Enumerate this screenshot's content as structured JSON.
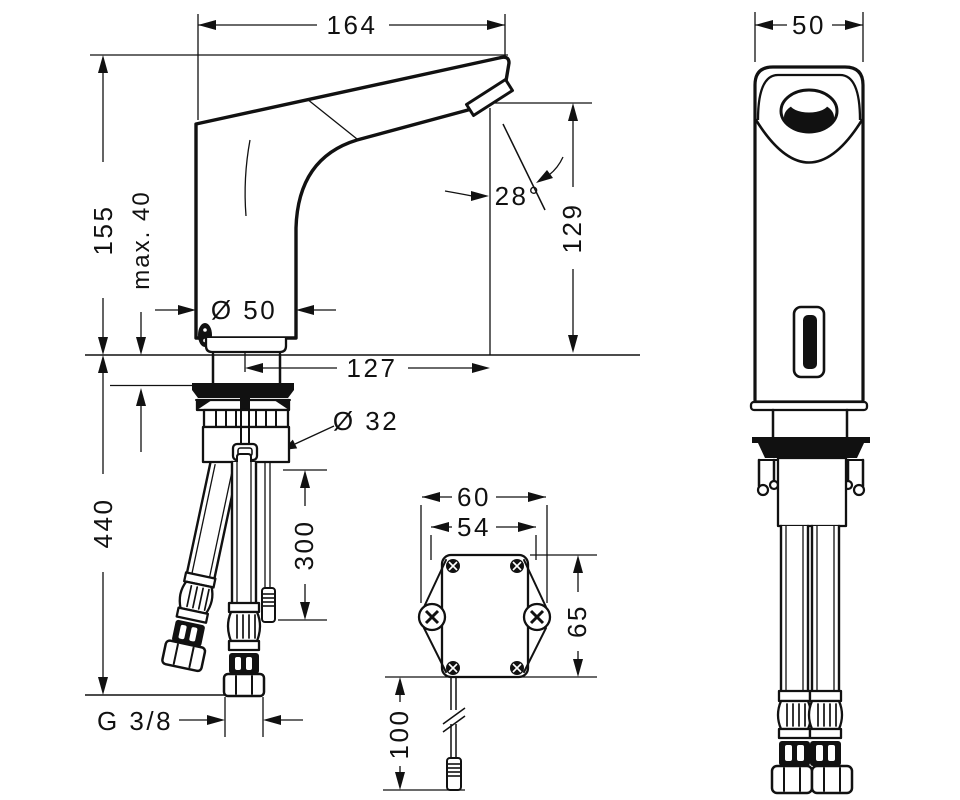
{
  "dimensions": {
    "side_view": {
      "spout_projection": "164",
      "total_height": "155",
      "max_mounting_thickness": "max. 40",
      "length_below_deck": "440",
      "base_diameter": "Ø 50",
      "spout_reach": "127",
      "outlet_height": "129",
      "outlet_angle": "28°",
      "shank_diameter": "Ø 32",
      "hose_length": "300",
      "connection_thread": "G 3/8"
    },
    "control_box": {
      "outer_width": "60",
      "inner_width": "54",
      "height": "65",
      "cable_length": "100"
    },
    "front_view": {
      "body_width": "50"
    }
  },
  "colors": {
    "line": "#111111",
    "background": "#ffffff"
  }
}
